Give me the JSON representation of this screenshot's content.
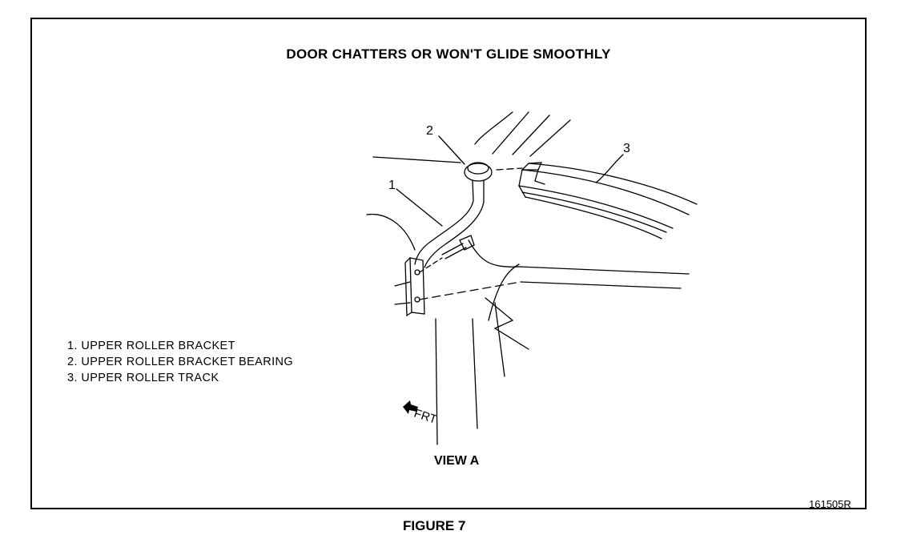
{
  "title": "DOOR CHATTERS OR WON'T GLIDE SMOOTHLY",
  "callouts": [
    "1",
    "2",
    "3"
  ],
  "legend": [
    "1. UPPER ROLLER BRACKET",
    "2. UPPER ROLLER BRACKET BEARING",
    "3. UPPER ROLLER TRACK"
  ],
  "direction_label": "FRT",
  "view_label": "VIEW A",
  "figure_code": "161505R",
  "figure_caption": "FIGURE 7"
}
